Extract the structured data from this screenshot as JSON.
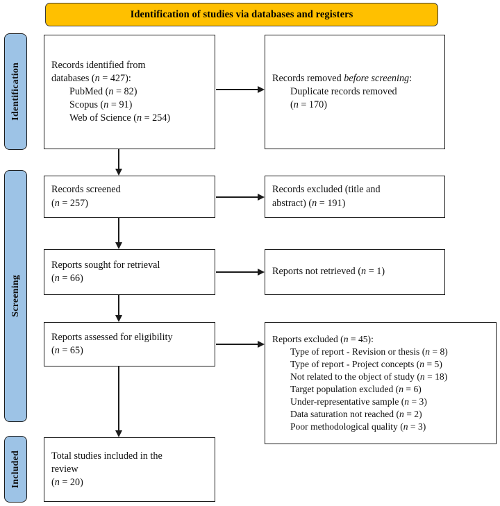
{
  "banner": {
    "title": "Identification of studies via databases and registers",
    "background_color": "#FFC000"
  },
  "stages": [
    {
      "label": "Identification"
    },
    {
      "label": "Screening"
    },
    {
      "label": "Included"
    }
  ],
  "stage_color": "#9DC3E6",
  "boxes": {
    "identified": {
      "line1": "Records identified from",
      "line2": "databases (n = 427):",
      "line3": "PubMed (n = 82)",
      "line4": "Scopus (n = 91)",
      "line5": "Web of Science (n = 254)"
    },
    "removed": {
      "line1": "Records removed before screening:",
      "line2": "Duplicate records removed",
      "line3": "(n = 170)"
    },
    "screened": {
      "line1": "Records screened",
      "line2": "(n = 257)"
    },
    "excluded_title_abstract": {
      "line1": "Records excluded (title and",
      "line2": "abstract) (n = 191)"
    },
    "sought": {
      "line1": "Reports sought for retrieval",
      "line2": "(n = 66)"
    },
    "not_retrieved": {
      "line1": "Reports not retrieved (n = 1)"
    },
    "assessed": {
      "line1": "Reports assessed for eligibility",
      "line2": "(n = 65)"
    },
    "excluded_reasons": {
      "heading": "Reports excluded (n = 45):",
      "items": [
        "Type of report - Revision or thesis (n = 8)",
        "Type of report - Project concepts (n = 5)",
        "Not related to the object of study (n = 18)",
        "Target population excluded (n = 6)",
        "Under-representative sample (n = 3)",
        "Data saturation not reached (n = 2)",
        "Poor methodological quality (n = 3)"
      ]
    },
    "included": {
      "line1": "Total studies included in the",
      "line2": "review",
      "line3": "(n = 20)"
    }
  },
  "chart_data": {
    "type": "diagram",
    "title": "Identification of studies via databases and registers",
    "stages": [
      "Identification",
      "Screening",
      "Included"
    ],
    "nodes": [
      {
        "id": "identified",
        "stage": "Identification",
        "label": "Records identified from databases",
        "n": 427,
        "breakdown": [
          {
            "source": "PubMed",
            "n": 82
          },
          {
            "source": "Scopus",
            "n": 91
          },
          {
            "source": "Web of Science",
            "n": 254
          }
        ]
      },
      {
        "id": "removed",
        "stage": "Identification",
        "label": "Records removed before screening: Duplicate records removed",
        "n": 170
      },
      {
        "id": "screened",
        "stage": "Screening",
        "label": "Records screened",
        "n": 257
      },
      {
        "id": "excluded_title_abstract",
        "stage": "Screening",
        "label": "Records excluded (title and abstract)",
        "n": 191
      },
      {
        "id": "sought",
        "stage": "Screening",
        "label": "Reports sought for retrieval",
        "n": 66
      },
      {
        "id": "not_retrieved",
        "stage": "Screening",
        "label": "Reports not retrieved",
        "n": 1
      },
      {
        "id": "assessed",
        "stage": "Screening",
        "label": "Reports assessed for eligibility",
        "n": 65
      },
      {
        "id": "excluded_reasons",
        "stage": "Screening",
        "label": "Reports excluded",
        "n": 45,
        "breakdown": [
          {
            "reason": "Type of report - Revision or thesis",
            "n": 8
          },
          {
            "reason": "Type of report - Project concepts",
            "n": 5
          },
          {
            "reason": "Not related to the object of study",
            "n": 18
          },
          {
            "reason": "Target population excluded",
            "n": 6
          },
          {
            "reason": "Under-representative sample",
            "n": 3
          },
          {
            "reason": "Data saturation not reached",
            "n": 2
          },
          {
            "reason": "Poor methodological quality",
            "n": 3
          }
        ]
      },
      {
        "id": "included",
        "stage": "Included",
        "label": "Total studies included in the review",
        "n": 20
      }
    ],
    "edges": [
      {
        "from": "identified",
        "to": "removed",
        "direction": "right"
      },
      {
        "from": "identified",
        "to": "screened",
        "direction": "down"
      },
      {
        "from": "screened",
        "to": "excluded_title_abstract",
        "direction": "right"
      },
      {
        "from": "screened",
        "to": "sought",
        "direction": "down"
      },
      {
        "from": "sought",
        "to": "not_retrieved",
        "direction": "right"
      },
      {
        "from": "sought",
        "to": "assessed",
        "direction": "down"
      },
      {
        "from": "assessed",
        "to": "excluded_reasons",
        "direction": "right"
      },
      {
        "from": "assessed",
        "to": "included",
        "direction": "down"
      }
    ]
  }
}
